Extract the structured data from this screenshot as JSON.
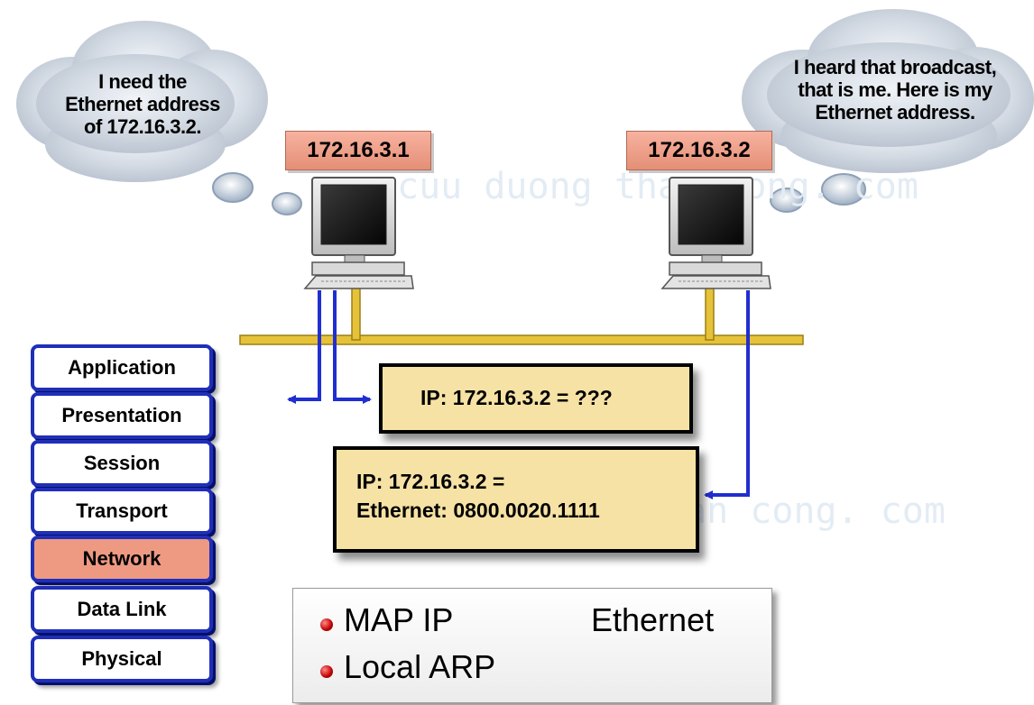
{
  "clouds": {
    "left": [
      "I need the",
      "Ethernet address",
      "of 172.16.3.2."
    ],
    "right": [
      "I heard that broadcast,",
      "that is me.  Here is my",
      "Ethernet address."
    ]
  },
  "hosts": {
    "left_ip": "172.16.3.1",
    "right_ip": "172.16.3.2"
  },
  "osi_layers": [
    "Application",
    "Presentation",
    "Session",
    "Transport",
    "Network",
    "Data Link",
    "Physical"
  ],
  "active_layer": "Network",
  "messages": {
    "request": "IP: 172.16.3.2 = ???",
    "reply_line1": "IP: 172.16.3.2 =",
    "reply_line2": "Ethernet: 0800.0020.1111"
  },
  "legend": {
    "item1_left": "MAP IP",
    "item1_right": "Ethernet",
    "item2": "Local ARP"
  },
  "colors": {
    "cloud": "#c9d2dd",
    "cable": "#e6c23a",
    "arrow": "#1f2fd0",
    "osi_border": "#1f2fb8",
    "active_layer": "#ee9a82",
    "message_fill": "#f6e2a4",
    "ip_label": "#f0a088",
    "bullet": "#c00000"
  }
}
